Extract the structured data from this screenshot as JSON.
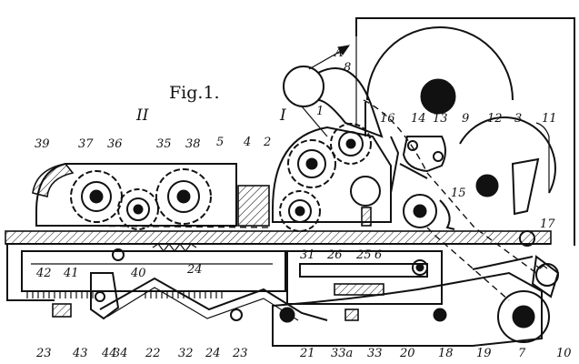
{
  "figure_title": "Fig.1.",
  "assembly_labels": {
    "assembly_II": "II",
    "assembly_I": "I"
  },
  "part_numbers": {
    "p1": "1",
    "p2": "2",
    "p3": "3",
    "p4": "4",
    "p5": "5",
    "p6": "6",
    "p7": "7",
    "p8": "8",
    "p9": "9",
    "p10": "10",
    "p11": "11",
    "p12": "12",
    "p13": "13",
    "p14": "14",
    "p15": "15",
    "p16": "16",
    "p17": "17",
    "p18": "18",
    "p19": "19",
    "p20": "20",
    "p21": "21",
    "p22": "22",
    "p23a": "23",
    "p23b": "23",
    "p24a": "24",
    "p24b": "24",
    "p25": "25",
    "p26": "26",
    "p31": "31",
    "p32": "32",
    "p33": "33",
    "p33a": "33a",
    "p34": "34",
    "p35": "35",
    "p36": "36",
    "p37": "37",
    "p38": "38",
    "p39": "39",
    "p40": "40",
    "p41": "41",
    "p42": "42",
    "p43": "43",
    "p44": "44"
  },
  "arrow_label": "A"
}
